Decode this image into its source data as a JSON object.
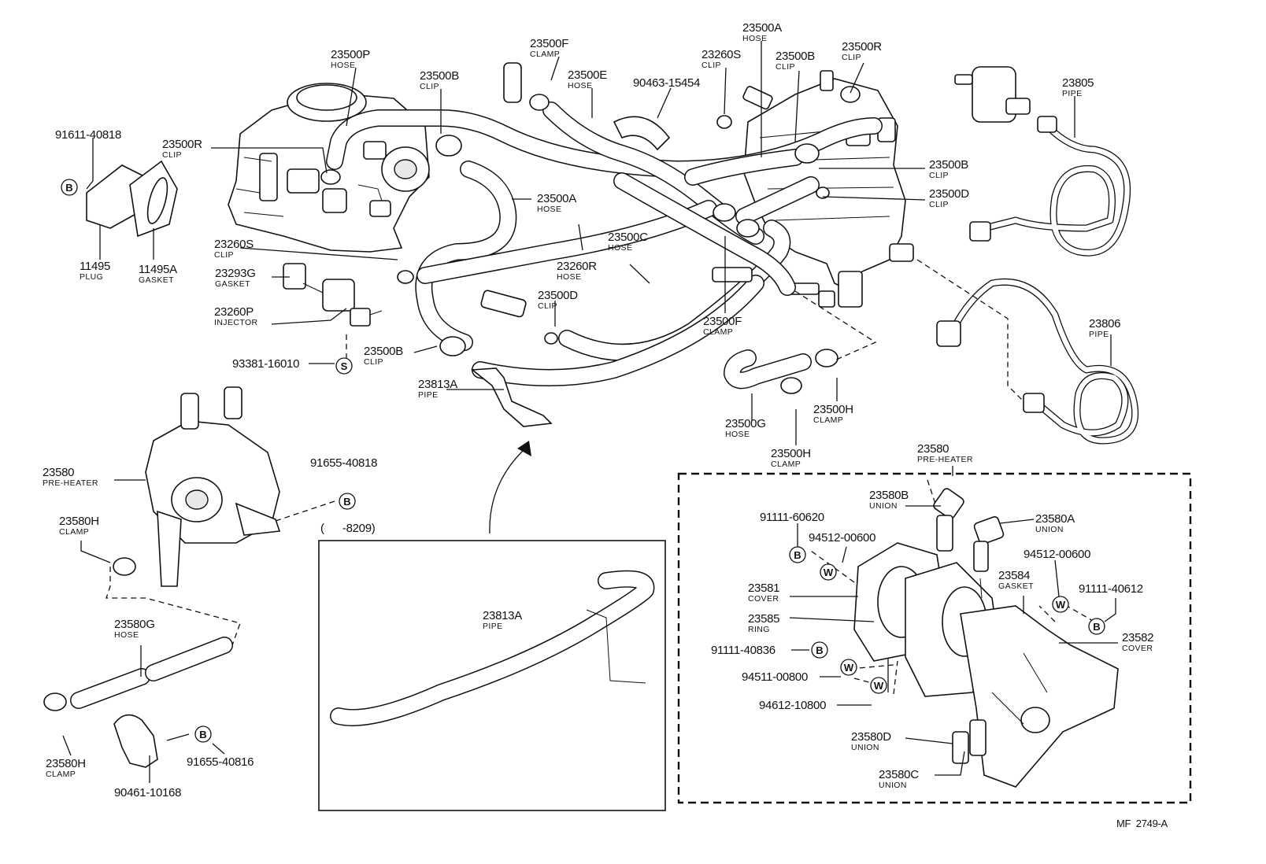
{
  "drawing_code": "MF  2749-A",
  "inset_range": "(      -8209)",
  "labels": [
    {
      "pn": "23500P",
      "sub": "HOSE"
    },
    {
      "pn": "23500B",
      "sub": "CLIP"
    },
    {
      "pn": "23500F",
      "sub": "CLAMP"
    },
    {
      "pn": "23500E",
      "sub": "HOSE"
    },
    {
      "pn": "90463-15454",
      "sub": ""
    },
    {
      "pn": "23260S",
      "sub": "CLIP"
    },
    {
      "pn": "23500A",
      "sub": "HOSE"
    },
    {
      "pn": "23500B",
      "sub": "CLIP"
    },
    {
      "pn": "23500R",
      "sub": "CLIP"
    },
    {
      "pn": "23805",
      "sub": "PIPE"
    },
    {
      "pn": "91611-40818",
      "sub": ""
    },
    {
      "pn": "23500R",
      "sub": "CLIP"
    },
    {
      "pn": "11495",
      "sub": "PLUG"
    },
    {
      "pn": "11495A",
      "sub": "GASKET"
    },
    {
      "pn": "23500A",
      "sub": "HOSE"
    },
    {
      "pn": "23500B",
      "sub": "CLIP"
    },
    {
      "pn": "23500D",
      "sub": "CLIP"
    },
    {
      "pn": "23260S",
      "sub": "CLIP"
    },
    {
      "pn": "23260R",
      "sub": "HOSE"
    },
    {
      "pn": "23500C",
      "sub": "HOSE"
    },
    {
      "pn": "23293G",
      "sub": "GASKET"
    },
    {
      "pn": "23260P",
      "sub": "INJECTOR"
    },
    {
      "pn": "23500D",
      "sub": "CLIP"
    },
    {
      "pn": "23500F",
      "sub": "CLAMP"
    },
    {
      "pn": "23806",
      "sub": "PIPE"
    },
    {
      "pn": "93381-16010",
      "sub": ""
    },
    {
      "pn": "23500B",
      "sub": "CLIP"
    },
    {
      "pn": "23813A",
      "sub": "PIPE"
    },
    {
      "pn": "23500H",
      "sub": "CLAMP"
    },
    {
      "pn": "23500G",
      "sub": "HOSE"
    },
    {
      "pn": "23500H",
      "sub": "CLAMP"
    },
    {
      "pn": "23580",
      "sub": "PRE-HEATER"
    },
    {
      "pn": "91655-40818",
      "sub": ""
    },
    {
      "pn": "23580",
      "sub": "PRE-HEATER"
    },
    {
      "pn": "23580H",
      "sub": "CLAMP"
    },
    {
      "pn": "23580B",
      "sub": "UNION"
    },
    {
      "pn": "23580A",
      "sub": "UNION"
    },
    {
      "pn": "91111-60620",
      "sub": ""
    },
    {
      "pn": "94512-00600",
      "sub": ""
    },
    {
      "pn": "94512-00600",
      "sub": ""
    },
    {
      "pn": "23584",
      "sub": "GASKET"
    },
    {
      "pn": "91111-40612",
      "sub": ""
    },
    {
      "pn": "23581",
      "sub": "COVER"
    },
    {
      "pn": "23585",
      "sub": "RING"
    },
    {
      "pn": "23813A",
      "sub": "PIPE"
    },
    {
      "pn": "23582",
      "sub": "COVER"
    },
    {
      "pn": "23580G",
      "sub": "HOSE"
    },
    {
      "pn": "91111-40836",
      "sub": ""
    },
    {
      "pn": "94511-00800",
      "sub": ""
    },
    {
      "pn": "94612-10800",
      "sub": ""
    },
    {
      "pn": "23580D",
      "sub": "UNION"
    },
    {
      "pn": "23580H",
      "sub": "CLAMP"
    },
    {
      "pn": "91655-40816",
      "sub": ""
    },
    {
      "pn": "23580C",
      "sub": "UNION"
    },
    {
      "pn": "90461-10168",
      "sub": ""
    }
  ],
  "symbols": [
    {
      "letter": "B"
    },
    {
      "letter": "S"
    },
    {
      "letter": "B"
    },
    {
      "letter": "B"
    },
    {
      "letter": "W"
    },
    {
      "letter": "W"
    },
    {
      "letter": "B"
    },
    {
      "letter": "B"
    },
    {
      "letter": "W"
    },
    {
      "letter": "W"
    },
    {
      "letter": "B"
    }
  ]
}
